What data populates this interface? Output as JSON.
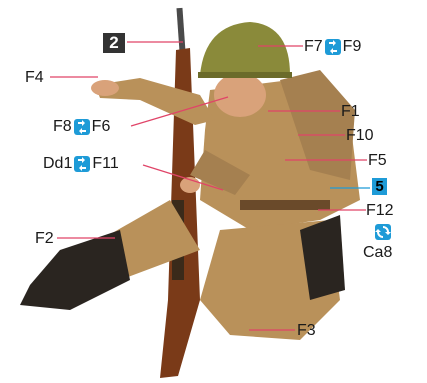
{
  "callouts": {
    "step_number": "2",
    "blue_number": "5",
    "f7": "F7",
    "f9": "F9",
    "f4": "F4",
    "f1": "F1",
    "f8": "F8",
    "f6": "F6",
    "f10": "F10",
    "dd1": "Dd1",
    "f11": "F11",
    "f5": "F5",
    "f12": "F12",
    "ca8": "Ca8",
    "f2": "F2",
    "f3": "F3"
  },
  "colors": {
    "accent_blue": "#1e9bd7",
    "label_box": "#333333",
    "uniform": "#b9915a",
    "helmet": "#8a8a3a",
    "rifle_wood": "#7a3a18",
    "boots": "#2a2520"
  },
  "icons": [
    "swap-arrows-icon",
    "rotate-arrows-icon"
  ]
}
